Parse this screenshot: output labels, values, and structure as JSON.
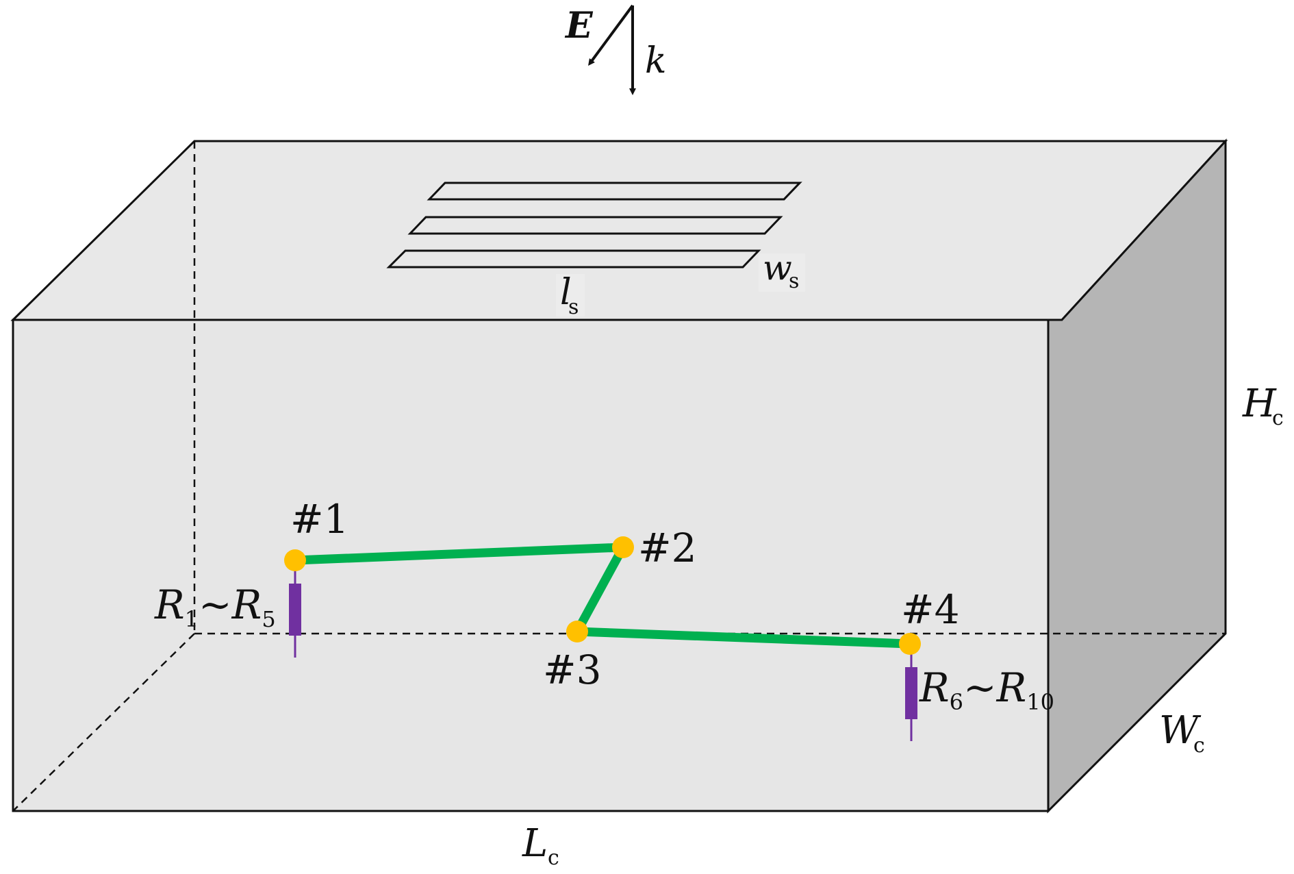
{
  "incidence": {
    "field_label": "E",
    "wave_label": "k"
  },
  "slots": {
    "length_label": {
      "main": "l",
      "sub": "s"
    },
    "width_label": {
      "main": "w",
      "sub": "s"
    }
  },
  "cavity": {
    "length_label": {
      "main": "L",
      "sub": "c"
    },
    "width_label": {
      "main": "W",
      "sub": "c"
    },
    "height_label": {
      "main": "H",
      "sub": "c"
    }
  },
  "nodes": [
    {
      "label": "#1"
    },
    {
      "label": "#2"
    },
    {
      "label": "#3"
    },
    {
      "label": "#4"
    }
  ],
  "loads": {
    "left": {
      "r1": "R",
      "r1_sub": "1",
      "tilde": "~",
      "r2": "R",
      "r2_sub": "5"
    },
    "right": {
      "r1": "R",
      "r1_sub": "6",
      "tilde": "~",
      "r2": "R",
      "r2_sub": "10"
    }
  },
  "colors": {
    "front_face": "#e6e6e6",
    "top_face": "#e8e8e8",
    "side_face": "#b5b5b5",
    "wire": "#00b050",
    "node": "#ffc000",
    "load": "#7030a0",
    "outline": "#111111"
  }
}
